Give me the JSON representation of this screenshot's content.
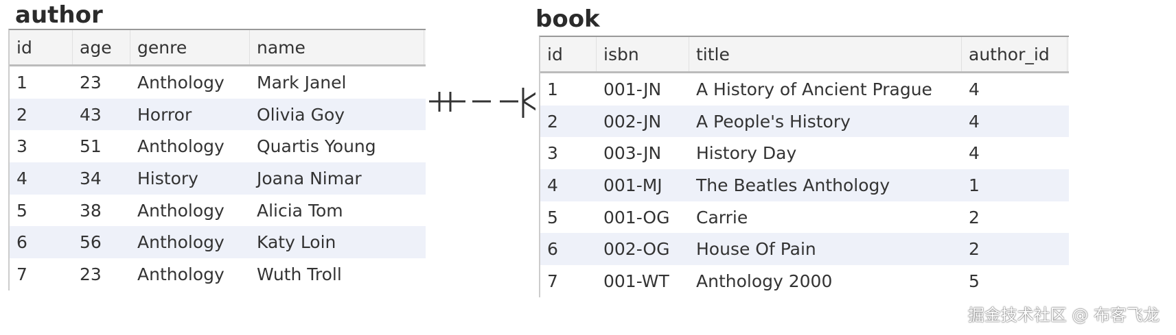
{
  "author": {
    "title": "author",
    "columns": [
      "id",
      "age",
      "genre",
      "name"
    ],
    "rows": [
      [
        "1",
        "23",
        "Anthology",
        "Mark Janel"
      ],
      [
        "2",
        "43",
        "Horror",
        "Olivia Goy"
      ],
      [
        "3",
        "51",
        "Anthology",
        "Quartis Young"
      ],
      [
        "4",
        "34",
        "History",
        "Joana Nimar"
      ],
      [
        "5",
        "38",
        "Anthology",
        "Alicia Tom"
      ],
      [
        "6",
        "56",
        "Anthology",
        "Katy Loin"
      ],
      [
        "7",
        "23",
        "Anthology",
        "Wuth Troll"
      ]
    ]
  },
  "book": {
    "title": "book",
    "columns": [
      "id",
      "isbn",
      "title",
      "author_id"
    ],
    "rows": [
      [
        "1",
        "001-JN",
        "A History of Ancient Prague",
        "4"
      ],
      [
        "2",
        "002-JN",
        "A People's History",
        "4"
      ],
      [
        "3",
        "003-JN",
        "History Day",
        "4"
      ],
      [
        "4",
        "001-MJ",
        "The Beatles Anthology",
        "1"
      ],
      [
        "5",
        "001-OG",
        "Carrie",
        "2"
      ],
      [
        "6",
        "002-OG",
        "House Of Pain",
        "2"
      ],
      [
        "7",
        "001-WT",
        "Anthology 2000",
        "5"
      ]
    ]
  },
  "relationship": {
    "type": "one-to-many",
    "from": "author",
    "to": "book"
  },
  "watermark": "掘金技术社区 @ 布客飞龙"
}
